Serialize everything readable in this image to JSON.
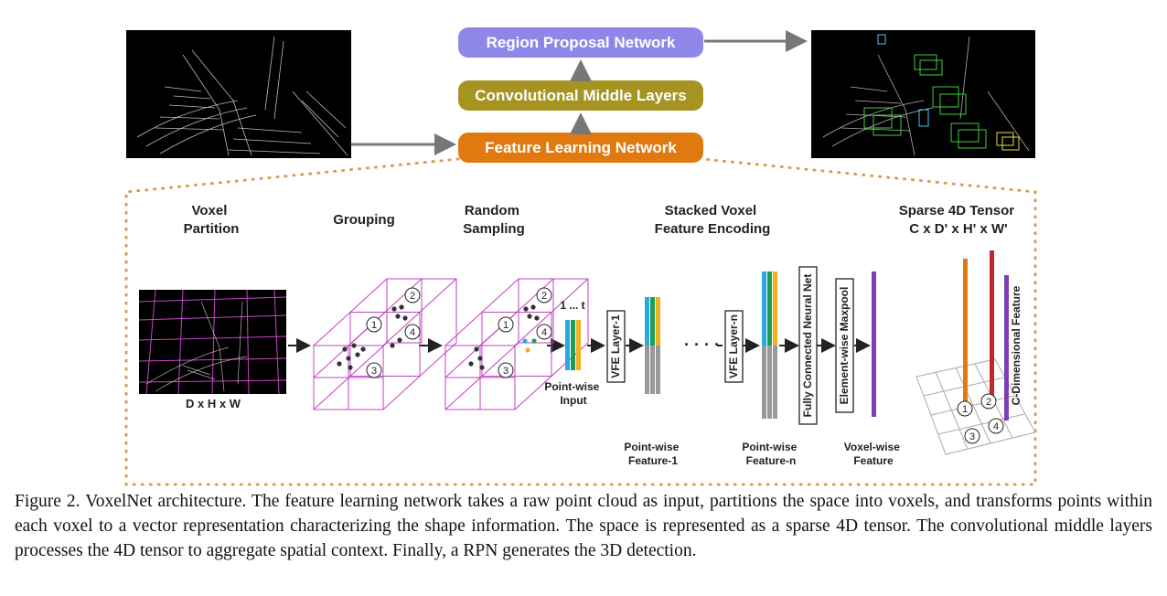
{
  "pipeline": {
    "rpn_label": "Region Proposal Network",
    "cml_label": "Convolutional Middle Layers",
    "fln_label": "Feature Learning Network",
    "colors": {
      "rpn": "#8f86ea",
      "cml": "#a69422",
      "fln": "#e07a10",
      "dotted": "#d4a050"
    }
  },
  "stages": {
    "voxel_partition": "Voxel\nPartition",
    "grouping": "Grouping",
    "random_sampling": "Random\nSampling",
    "stacked_vfe": "Stacked Voxel\nFeature Encoding",
    "sparse_tensor": "Sparse 4D Tensor\nC x D' x H' x W'"
  },
  "labels": {
    "dims": "D x H x W",
    "one_to_t": "1 ... t",
    "pointwise_input": "Point-wise\nInput",
    "vfe_layer_1": "VFE Layer-1",
    "vfe_layer_n": "VFE Layer-n",
    "fcn": "Fully Connected Neural Net",
    "maxpool": "Element-wise Maxpool",
    "pw_feature_1": "Point-wise\nFeature-1",
    "pw_feature_n": "Point-wise\nFeature-n",
    "voxelwise_feature": "Voxel-wise\nFeature",
    "c_dim_feature": "C-Dimensional Feature",
    "voxel_numbers": [
      "1",
      "2",
      "3",
      "4"
    ]
  },
  "caption": "Figure 2. VoxelNet architecture. The feature learning network takes a raw point cloud as input, partitions the space into voxels, and transforms points within each voxel to a vector representation characterizing the shape information. The space is represented as a sparse 4D tensor. The convolutional middle layers processes the 4D tensor to aggregate spatial context. Finally, a RPN generates the 3D detection."
}
